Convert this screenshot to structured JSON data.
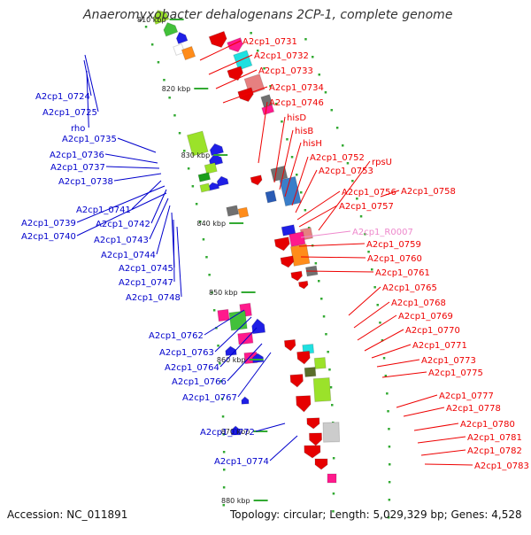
{
  "title": "Anaeromyxobacter dehalogenans 2CP-1, complete genome",
  "footer": {
    "accession": "Accession: NC_011891",
    "topology": "Topology: circular; Length: 5,029,329 bp; Genes: 4,528"
  },
  "colors": {
    "forward_label": "#ee0000",
    "reverse_label": "#0000cc",
    "rna_label": "#ee88cc",
    "backbone": "#a6a6a6",
    "scale_tick": "#33aa33"
  },
  "scale_ticks": [
    "810 kbp",
    "820 kbp",
    "830 kbp",
    "840 kbp",
    "850 kbp",
    "860 kbp",
    "870 kbp",
    "880 kbp"
  ],
  "reverse_genes": [
    "A2cp1_0724",
    "A2cp1_0725",
    "rho",
    "A2cp1_0735",
    "A2cp1_0736",
    "A2cp1_0737",
    "A2cp1_0738",
    "A2cp1_0741",
    "A2cp1_0739",
    "A2cp1_0742",
    "A2cp1_0740",
    "A2cp1_0743",
    "A2cp1_0744",
    "A2cp1_0745",
    "A2cp1_0747",
    "A2cp1_0748",
    "A2cp1_0762",
    "A2cp1_0763",
    "A2cp1_0764",
    "A2cp1_0766",
    "A2cp1_0767",
    "A2cp1_0772",
    "A2cp1_0774"
  ],
  "forward_genes": [
    "A2cp1_0731",
    "A2cp1_0732",
    "A2cp1_0733",
    "A2cp1_0734",
    "A2cp1_0746",
    "hisD",
    "hisB",
    "hisH",
    "A2cp1_0752",
    "rpsU",
    "A2cp1_0753",
    "A2cp1_0756",
    "A2cp1_0758",
    "A2cp1_0757",
    "A2cp1_R0007",
    "A2cp1_0759",
    "A2cp1_0760",
    "A2cp1_0761",
    "A2cp1_0765",
    "A2cp1_0768",
    "A2cp1_0769",
    "A2cp1_0770",
    "A2cp1_0771",
    "A2cp1_0773",
    "A2cp1_0775",
    "A2cp1_0777",
    "A2cp1_0778",
    "A2cp1_0780",
    "A2cp1_0781",
    "A2cp1_0782",
    "A2cp1_0783"
  ],
  "rna_genes": [
    "A2cp1_R0007"
  ]
}
